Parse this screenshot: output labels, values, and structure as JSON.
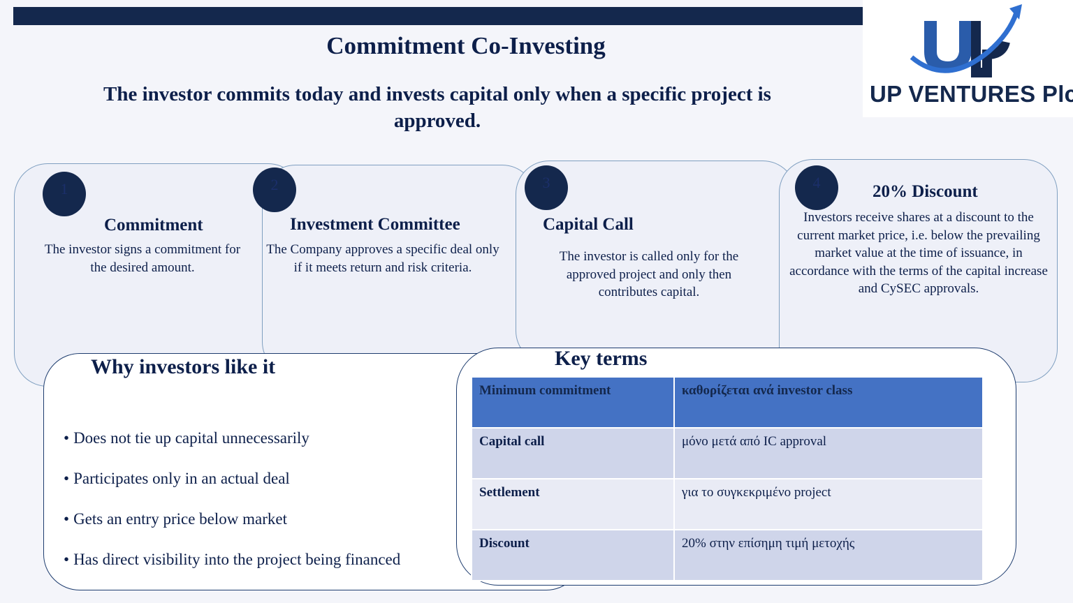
{
  "header": {
    "title": "Commitment  Co-Investing",
    "subtitle": "The investor commits today and invests capital only when a specific project is approved."
  },
  "logo": {
    "text": "UP VENTURES Plc",
    "icon": "up-arrow-logo"
  },
  "steps": [
    {
      "number": "1",
      "title": "Commitment",
      "text": "The investor signs a commitment for the desired amount."
    },
    {
      "number": "2",
      "title": "Investment Committee",
      "text": "The Company approves a specific deal only if it meets return and risk criteria."
    },
    {
      "number": "3",
      "title": "Capital Call",
      "text": "The investor is called only for the approved project and only then contributes capital."
    },
    {
      "number": "4",
      "title": "20% Discount",
      "text": "Investors receive shares at a discount to the current market price, i.e. below the prevailing market value at the time of issuance, in accordance with the terms of the capital increase and CySEC approvals."
    }
  ],
  "why": {
    "title": "Why investors like it",
    "items": [
      "Does not tie up capital unnecessarily",
      "Participates only in an actual deal",
      "Gets an entry price below market",
      "Has direct visibility  into the project being financed"
    ]
  },
  "key_terms": {
    "title": "Key terms",
    "rows": [
      [
        "Minimum  commitment",
        "καθορίζεται ανά investor class"
      ],
      [
        "Capital call",
        "μόνο μετά από IC approval"
      ],
      [
        "Settlement",
        "για το συγκεκριμένο project"
      ],
      [
        "Discount",
        "20% στην επίσημη τιμή μετοχής"
      ]
    ]
  },
  "colors": {
    "navy": "#14284d",
    "table_header": "#4472c4",
    "row_odd": "#cfd5ea",
    "row_even": "#e9ebf5"
  }
}
